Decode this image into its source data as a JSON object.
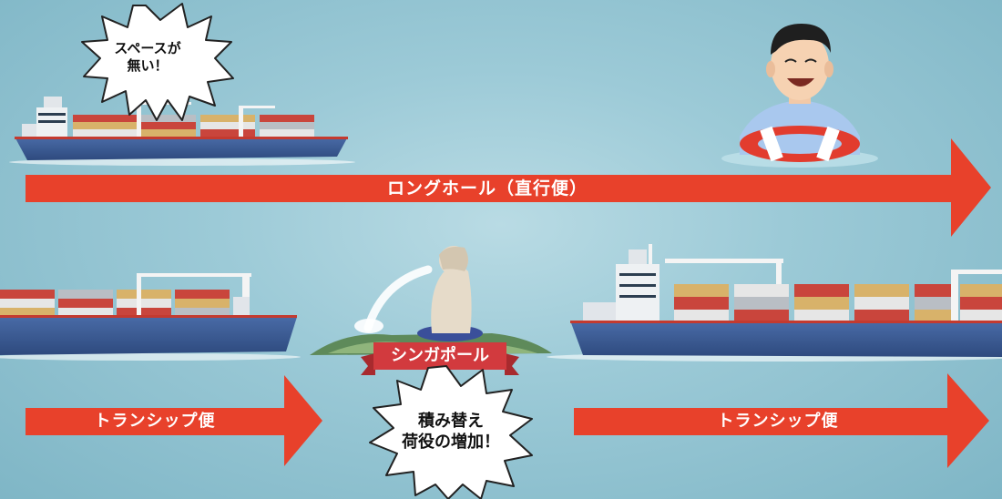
{
  "longhaul": {
    "arrow_label": "ロングホール（直行便）",
    "bubble_line1": "スペースが",
    "bubble_line2": "無い！"
  },
  "transship": {
    "left_arrow_label": "トランシップ便",
    "right_arrow_label": "トランシップ便",
    "port_banner": "シンガポール",
    "bubble_line1": "積み替え",
    "bubble_line2": "荷役の増加！"
  },
  "colors": {
    "arrow_red": "#e8412b",
    "hull_blue": "#3a5a94",
    "banner_red": "#d23a3e",
    "sea": "#9ccad7"
  },
  "icons": [
    "cargo-ship-icon",
    "merlion-icon",
    "man-with-lifebuoy-icon",
    "speech-burst-icon"
  ]
}
